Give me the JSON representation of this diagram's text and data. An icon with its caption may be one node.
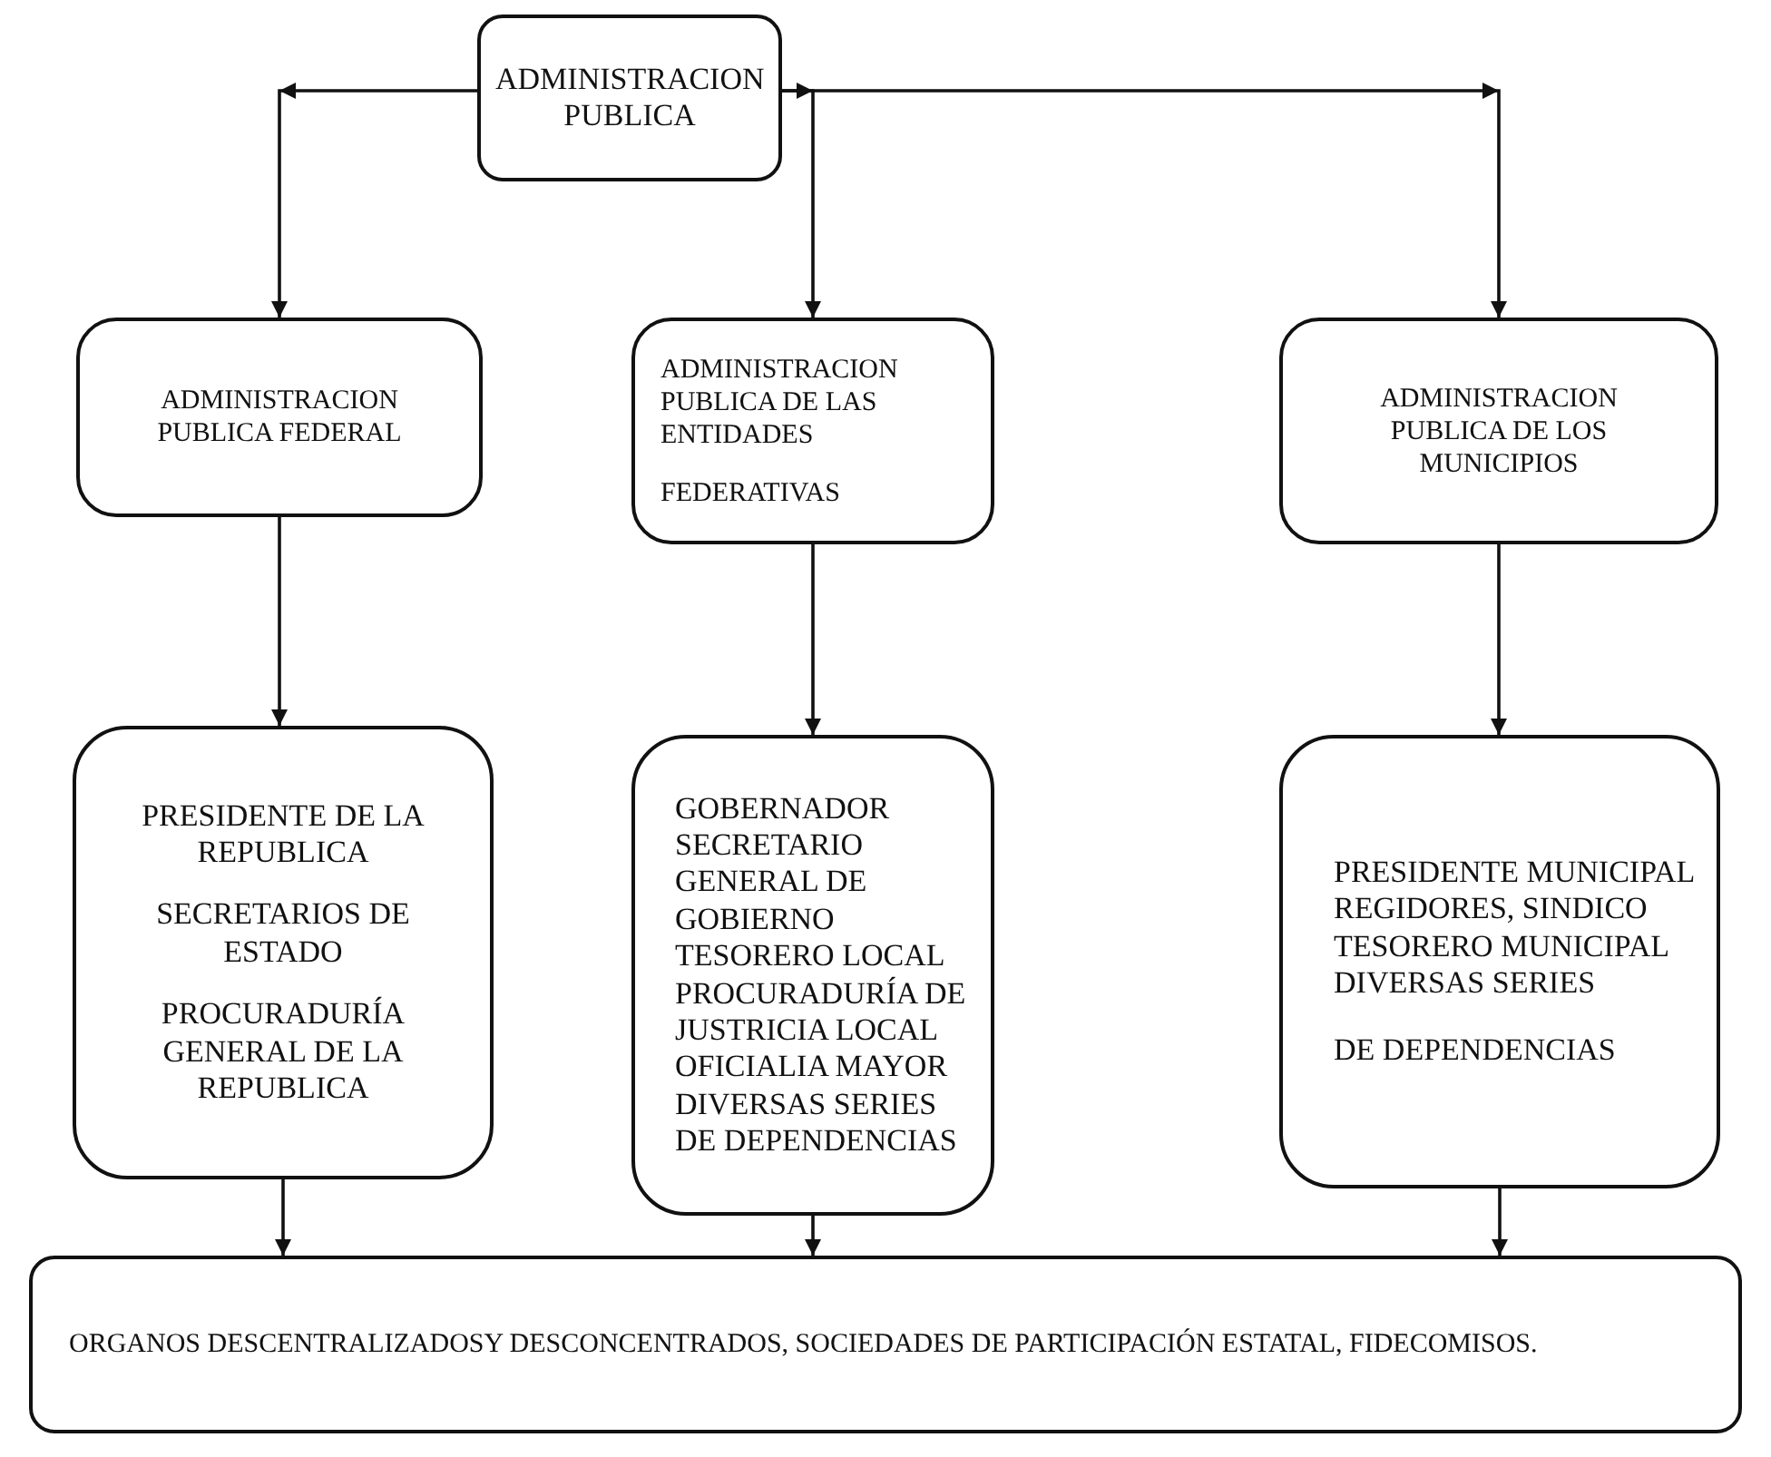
{
  "diagram": {
    "nodes": [
      {
        "text": [
          "ADMINISTRACION PUBLICA"
        ]
      },
      {
        "text": [
          "ADMINISTRACION PUBLICA FEDERAL"
        ]
      },
      {
        "text": [
          "ADMINISTRACION PUBLICA DE LAS ENTIDADES",
          "FEDERATIVAS"
        ]
      },
      {
        "text": [
          "ADMINISTRACION PUBLICA DE LOS MUNICIPIOS"
        ]
      },
      {
        "text": [
          "PRESIDENTE DE LA REPUBLICA",
          "SECRETARIOS DE ESTADO",
          "PROCURADURÍA GENERAL DE LA REPUBLICA"
        ]
      },
      {
        "text": [
          "GOBERNADOR SECRETARIO GENERAL DE GOBIERNO TESORERO LOCAL PROCURADURÍA DE JUSTRICIA LOCAL OFICIALIA MAYOR DIVERSAS SERIES DE DEPENDENCIAS"
        ]
      },
      {
        "text": [
          "PRESIDENTE MUNICIPAL REGIDORES, SINDICO TESORERO MUNICIPAL DIVERSAS SERIES",
          "DE DEPENDENCIAS"
        ]
      },
      {
        "text": [
          "ORGANOS DESCENTRALIZADOSY DESCONCENTRADOS, SOCIEDADES DE PARTICIPACIÓN ESTATAL, FIDECOMISOS."
        ]
      }
    ],
    "edges": [
      {
        "from": 0,
        "to": 1,
        "arrow": "to"
      },
      {
        "from": 0,
        "to": 2,
        "arrow": "to"
      },
      {
        "from": 0,
        "to": 3,
        "arrow": "to"
      },
      {
        "from": 1,
        "to": 4,
        "arrow": "to"
      },
      {
        "from": 2,
        "to": 5,
        "arrow": "to"
      },
      {
        "from": 3,
        "to": 6,
        "arrow": "to"
      },
      {
        "from": 4,
        "to": 7,
        "arrow": "to"
      },
      {
        "from": 5,
        "to": 7,
        "arrow": "to"
      },
      {
        "from": 6,
        "to": 7,
        "arrow": "to"
      }
    ]
  }
}
